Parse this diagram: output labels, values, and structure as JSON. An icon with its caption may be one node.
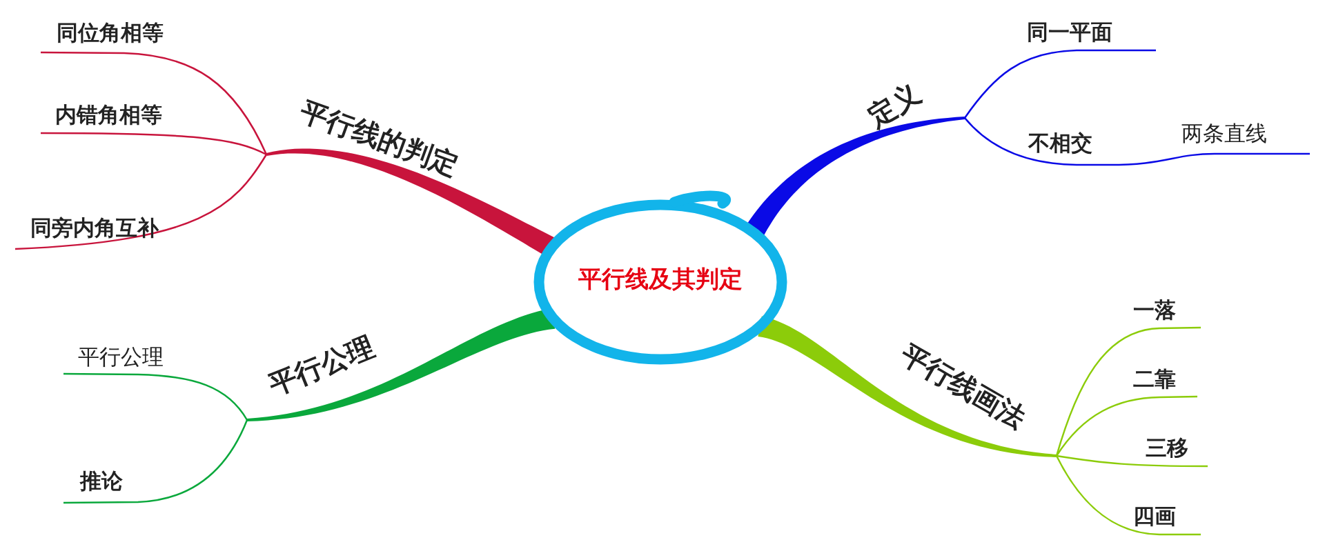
{
  "diagram": {
    "nodes": [
      {
        "text": [
          "平行线及其判定"
        ]
      },
      {
        "text": [
          "平行线的判定"
        ]
      },
      {
        "text": [
          "同位角相等"
        ]
      },
      {
        "text": [
          "内错角相等"
        ]
      },
      {
        "text": [
          "同旁内角互补"
        ]
      },
      {
        "text": [
          "定义"
        ]
      },
      {
        "text": [
          "同一平面"
        ]
      },
      {
        "text": [
          "不相交"
        ]
      },
      {
        "text": [
          "两条直线"
        ]
      },
      {
        "text": [
          "平行公理"
        ]
      },
      {
        "text": [
          "平行公理"
        ]
      },
      {
        "text": [
          "推论"
        ]
      },
      {
        "text": [
          "平行线画法"
        ]
      },
      {
        "text": [
          "一落"
        ]
      },
      {
        "text": [
          "二靠"
        ]
      },
      {
        "text": [
          "三移"
        ]
      },
      {
        "text": [
          "四画"
        ]
      }
    ],
    "edges": [
      {
        "from": 0,
        "to": 1,
        "arrow": "none",
        "style": "thick",
        "color": "#c8143c"
      },
      {
        "from": 1,
        "to": 2,
        "arrow": "none",
        "color": "#c8143c"
      },
      {
        "from": 1,
        "to": 3,
        "arrow": "none",
        "color": "#c8143c"
      },
      {
        "from": 1,
        "to": 4,
        "arrow": "none",
        "color": "#c8143c"
      },
      {
        "from": 0,
        "to": 5,
        "arrow": "none",
        "style": "thick",
        "color": "#0a0ae6"
      },
      {
        "from": 5,
        "to": 6,
        "arrow": "none",
        "color": "#0a0ae6"
      },
      {
        "from": 5,
        "to": 7,
        "arrow": "none",
        "color": "#0a0ae6"
      },
      {
        "from": 7,
        "to": 8,
        "arrow": "none",
        "color": "#0a0ae6"
      },
      {
        "from": 0,
        "to": 9,
        "arrow": "none",
        "style": "thick",
        "color": "#0aa83c"
      },
      {
        "from": 9,
        "to": 10,
        "arrow": "none",
        "color": "#0aa83c"
      },
      {
        "from": 9,
        "to": 11,
        "arrow": "none",
        "color": "#0aa83c"
      },
      {
        "from": 0,
        "to": 12,
        "arrow": "none",
        "style": "thick",
        "color": "#8ccc0a"
      },
      {
        "from": 12,
        "to": 13,
        "arrow": "none",
        "color": "#8ccc0a"
      },
      {
        "from": 12,
        "to": 14,
        "arrow": "none",
        "color": "#8ccc0a"
      },
      {
        "from": 12,
        "to": 15,
        "arrow": "none",
        "color": "#8ccc0a"
      },
      {
        "from": 12,
        "to": 16,
        "arrow": "none",
        "color": "#8ccc0a"
      }
    ]
  }
}
